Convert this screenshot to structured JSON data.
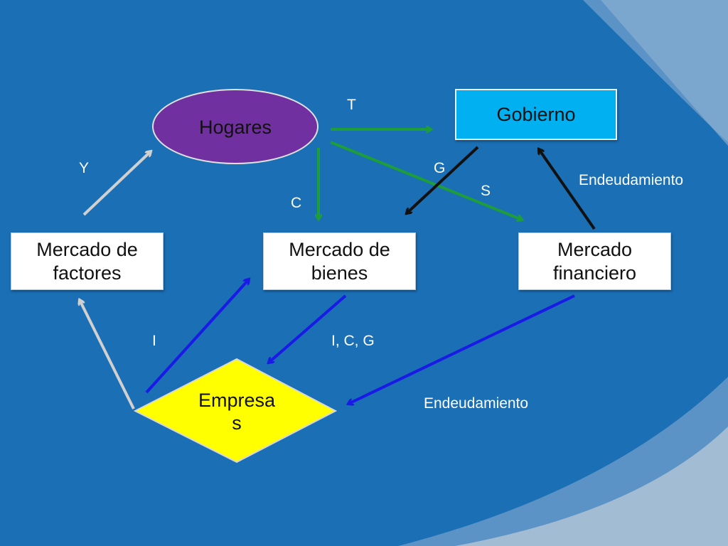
{
  "nodes": {
    "hogares": "Hogares",
    "gobierno": "Gobierno",
    "mercado_factores": [
      "Mercado de",
      "factores"
    ],
    "mercado_bienes": [
      "Mercado de",
      "bienes"
    ],
    "mercado_financiero": [
      "Mercado",
      "financiero"
    ],
    "empresas": [
      "Empresa",
      "s"
    ]
  },
  "flow_labels": {
    "t": "T",
    "y": "Y",
    "g": "G",
    "s": "S",
    "c": "C",
    "i": "I",
    "icg": "I, C, G",
    "endeudamiento_gobierno": "Endeudamiento",
    "endeudamiento_empresas": "Endeudamiento"
  },
  "colors": {
    "background": "#1a6fb5",
    "hogares_fill": "#7030a0",
    "gobierno_fill": "#00b0f0",
    "empresas_fill": "#ffff00",
    "arrow_green": "#1e9e3a",
    "arrow_blue": "#1a1ae6",
    "arrow_gray": "#d0d0d0",
    "arrow_black": "#111111"
  }
}
